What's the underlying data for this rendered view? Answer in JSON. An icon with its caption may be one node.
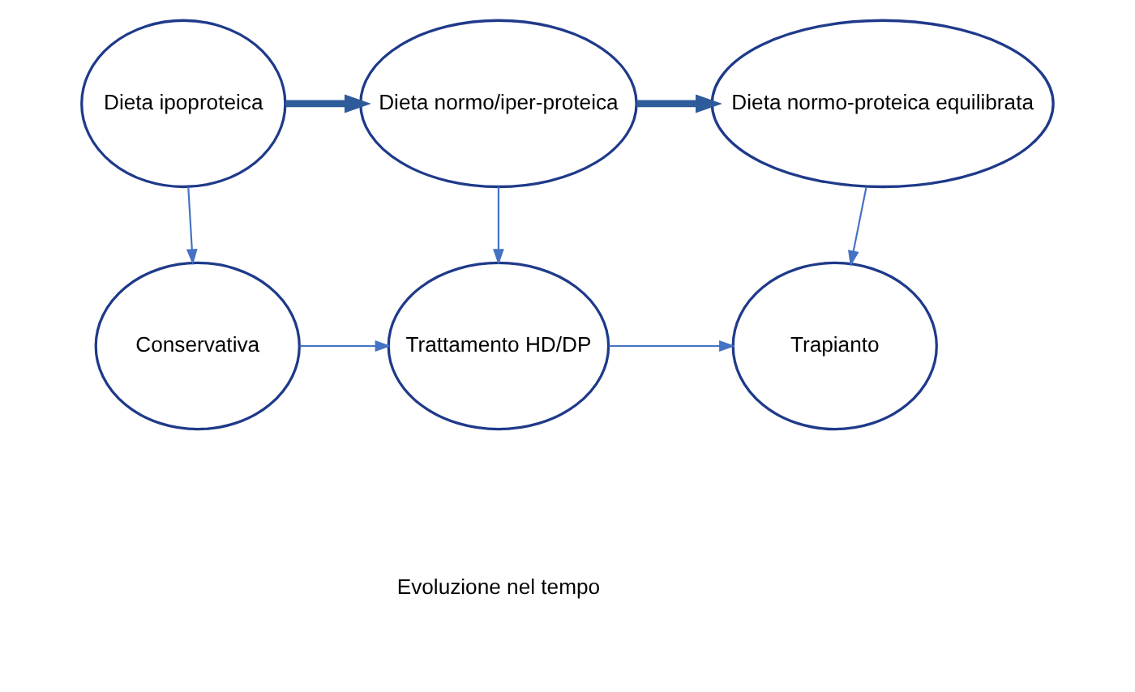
{
  "diagram": {
    "nodes": [
      {
        "text": [
          "Dieta ipoproteica"
        ]
      },
      {
        "text": [
          "Dieta normo/iper-proteica"
        ]
      },
      {
        "text": [
          "Dieta normo-proteica equilibrata"
        ]
      },
      {
        "text": [
          "Conservativa"
        ]
      },
      {
        "text": [
          "Trattamento HD/DP"
        ]
      },
      {
        "text": [
          "Trapianto"
        ]
      }
    ],
    "edges": [
      {
        "from": 0,
        "to": 1,
        "arrow": "to",
        "style": "thick",
        "color": "#2e5c9a"
      },
      {
        "from": 1,
        "to": 2,
        "arrow": "to",
        "style": "thick",
        "color": "#2e5c9a"
      },
      {
        "from": 0,
        "to": 3,
        "arrow": "to"
      },
      {
        "from": 1,
        "to": 4,
        "arrow": "to"
      },
      {
        "from": 2,
        "to": 5,
        "arrow": "to"
      },
      {
        "from": 3,
        "to": 4,
        "arrow": "to"
      },
      {
        "from": 4,
        "to": 5,
        "arrow": "to"
      }
    ],
    "labels": [
      "Evoluzione nel tempo"
    ]
  }
}
